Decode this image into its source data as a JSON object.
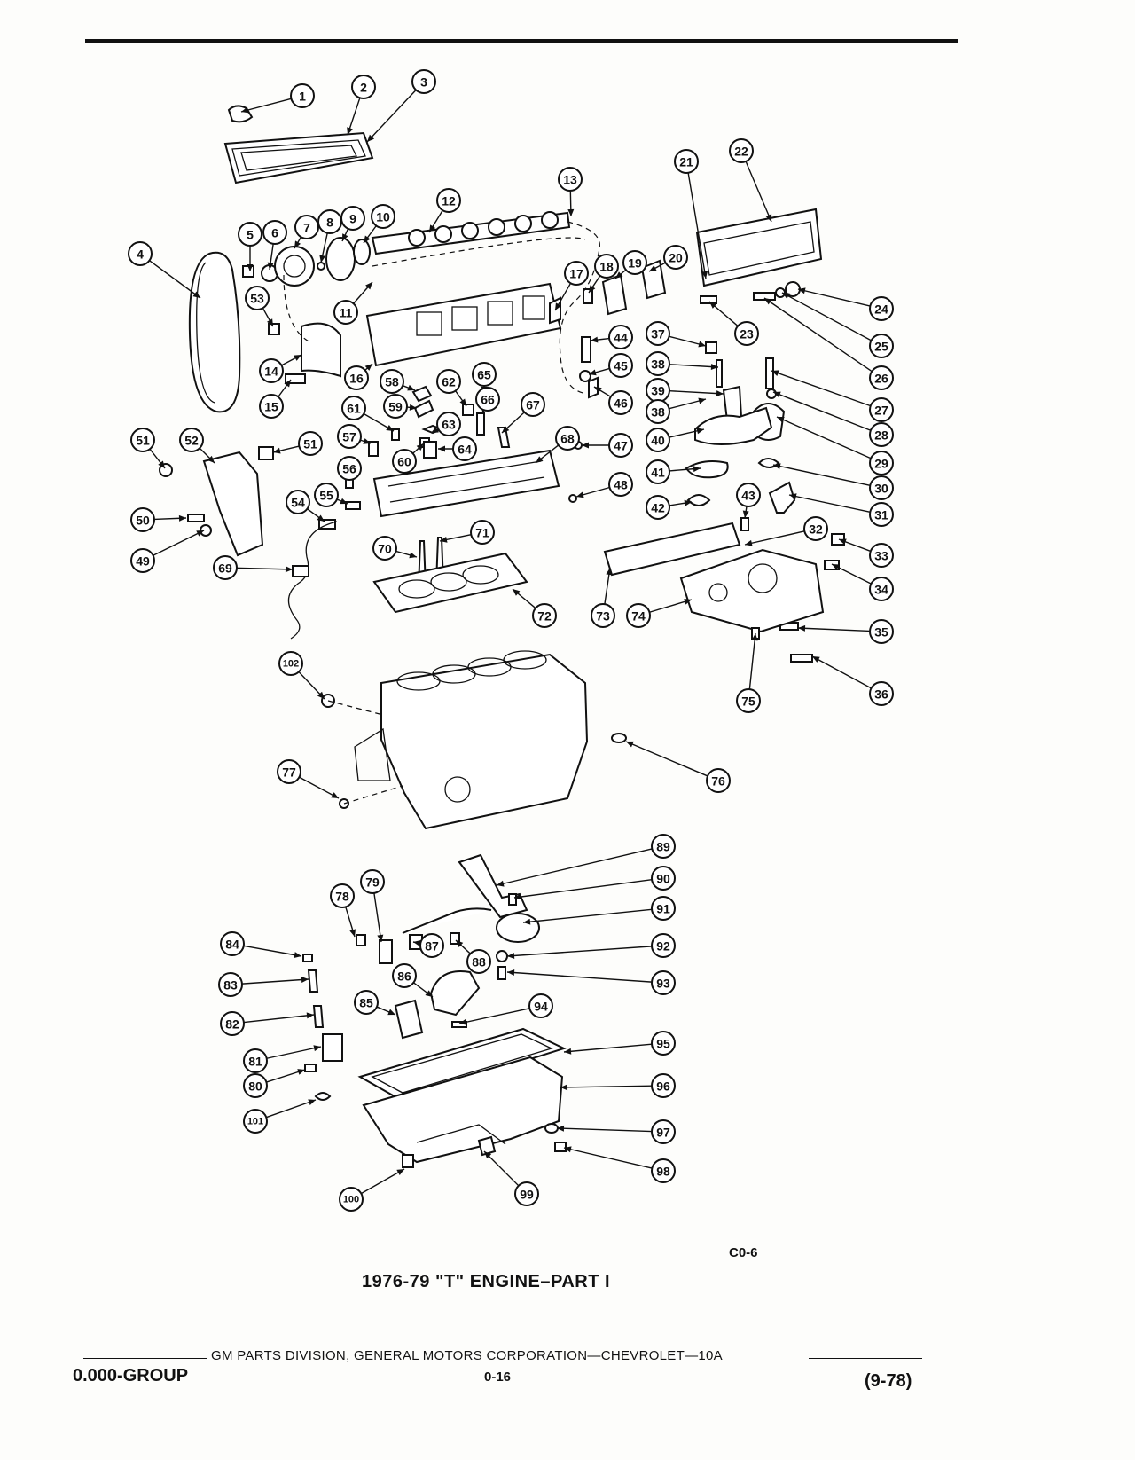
{
  "figure": {
    "code": "C0-6",
    "title": "1976-79 \"T\" ENGINE–PART I"
  },
  "footer": {
    "organization": "GM PARTS DIVISION, GENERAL MOTORS CORPORATION—CHEVROLET—10A",
    "group": "0.000-GROUP",
    "page": "0-16",
    "revision": "(9-78)"
  },
  "callouts": [
    "1",
    "2",
    "3",
    "4",
    "5",
    "6",
    "7",
    "8",
    "9",
    "10",
    "11",
    "12",
    "13",
    "14",
    "15",
    "16",
    "17",
    "18",
    "19",
    "20",
    "21",
    "22",
    "23",
    "24",
    "25",
    "26",
    "27",
    "28",
    "29",
    "30",
    "31",
    "32",
    "33",
    "34",
    "35",
    "36",
    "37",
    "38",
    "39",
    "38",
    "40",
    "41",
    "42",
    "43",
    "44",
    "45",
    "46",
    "47",
    "48",
    "49",
    "50",
    "51",
    "51",
    "52",
    "53",
    "54",
    "55",
    "56",
    "57",
    "58",
    "59",
    "60",
    "61",
    "62",
    "63",
    "64",
    "65",
    "66",
    "67",
    "68",
    "69",
    "70",
    "71",
    "72",
    "73",
    "74",
    "75",
    "76",
    "77",
    "78",
    "79",
    "80",
    "81",
    "82",
    "83",
    "84",
    "85",
    "86",
    "87",
    "88",
    "89",
    "90",
    "91",
    "92",
    "93",
    "94",
    "95",
    "96",
    "97",
    "98",
    "99",
    "100",
    "101",
    "102"
  ]
}
